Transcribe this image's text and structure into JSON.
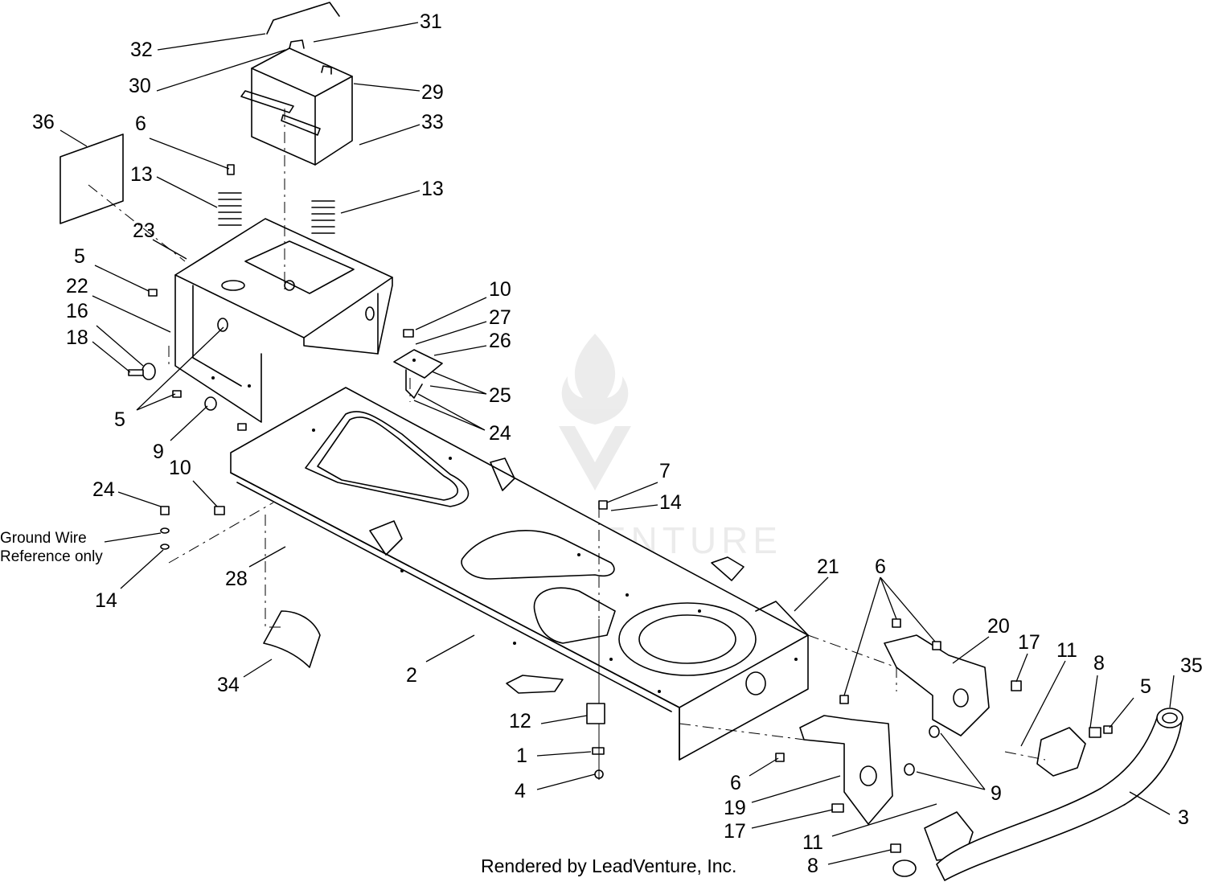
{
  "callouts": [
    {
      "id": "c32",
      "label": "32"
    },
    {
      "id": "c31",
      "label": "31"
    },
    {
      "id": "c30",
      "label": "30"
    },
    {
      "id": "c29",
      "label": "29"
    },
    {
      "id": "c33",
      "label": "33"
    },
    {
      "id": "c36",
      "label": "36"
    },
    {
      "id": "c6a",
      "label": "6"
    },
    {
      "id": "c13a",
      "label": "13"
    },
    {
      "id": "c13b",
      "label": "13"
    },
    {
      "id": "c23",
      "label": "23"
    },
    {
      "id": "c5a",
      "label": "5"
    },
    {
      "id": "c22",
      "label": "22"
    },
    {
      "id": "c16",
      "label": "16"
    },
    {
      "id": "c18",
      "label": "18"
    },
    {
      "id": "c10a",
      "label": "10"
    },
    {
      "id": "c27",
      "label": "27"
    },
    {
      "id": "c26",
      "label": "26"
    },
    {
      "id": "c25",
      "label": "25"
    },
    {
      "id": "c24a",
      "label": "24"
    },
    {
      "id": "c5b",
      "label": "5"
    },
    {
      "id": "c9a",
      "label": "9"
    },
    {
      "id": "c10b",
      "label": "10"
    },
    {
      "id": "c24b",
      "label": "24"
    },
    {
      "id": "c7",
      "label": "7"
    },
    {
      "id": "c14a",
      "label": "14"
    },
    {
      "id": "c14b",
      "label": "14"
    },
    {
      "id": "c28",
      "label": "28"
    },
    {
      "id": "c21",
      "label": "21"
    },
    {
      "id": "c6b",
      "label": "6"
    },
    {
      "id": "c20",
      "label": "20"
    },
    {
      "id": "c17a",
      "label": "17"
    },
    {
      "id": "c11a",
      "label": "11"
    },
    {
      "id": "c8a",
      "label": "8"
    },
    {
      "id": "c5c",
      "label": "5"
    },
    {
      "id": "c35",
      "label": "35"
    },
    {
      "id": "c34",
      "label": "34"
    },
    {
      "id": "c2",
      "label": "2"
    },
    {
      "id": "c12",
      "label": "12"
    },
    {
      "id": "c1",
      "label": "1"
    },
    {
      "id": "c4",
      "label": "4"
    },
    {
      "id": "c6c",
      "label": "6"
    },
    {
      "id": "c19",
      "label": "19"
    },
    {
      "id": "c17b",
      "label": "17"
    },
    {
      "id": "c9b",
      "label": "9"
    },
    {
      "id": "c11b",
      "label": "11"
    },
    {
      "id": "c8b",
      "label": "8"
    },
    {
      "id": "c3",
      "label": "3"
    }
  ],
  "notes": {
    "ground_wire_line1": "Ground Wire",
    "ground_wire_line2": "Reference only"
  },
  "credit": "Rendered by LeadVenture, Inc.",
  "watermark": "LEADVENTURE"
}
